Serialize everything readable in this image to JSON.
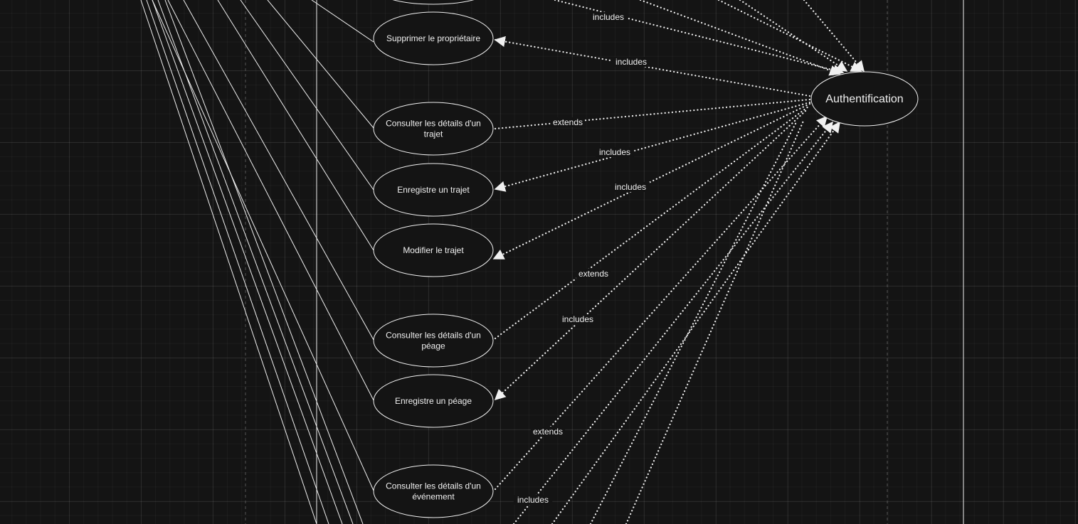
{
  "use_cases": [
    {
      "id": "supprimer-proprietaire",
      "lines": [
        "Supprimer le propriétaire"
      ]
    },
    {
      "id": "consulter-trajet",
      "lines": [
        "Consulter les détails d'un",
        "trajet"
      ]
    },
    {
      "id": "enregistre-trajet",
      "lines": [
        "Enregistre un trajet"
      ]
    },
    {
      "id": "modifier-trajet",
      "lines": [
        "Modifier le trajet"
      ]
    },
    {
      "id": "consulter-peage",
      "lines": [
        "Consulter les détails d'un",
        "péage"
      ]
    },
    {
      "id": "enregistre-peage",
      "lines": [
        "Enregistre un péage"
      ]
    },
    {
      "id": "consulter-evenement",
      "lines": [
        "Consulter les détails d'un",
        "événement"
      ]
    }
  ],
  "auth": {
    "label": "Authentification"
  },
  "edge_labels": [
    "includes",
    "includes",
    "extends",
    "includes",
    "includes",
    "extends",
    "includes",
    "extends",
    "includes"
  ]
}
